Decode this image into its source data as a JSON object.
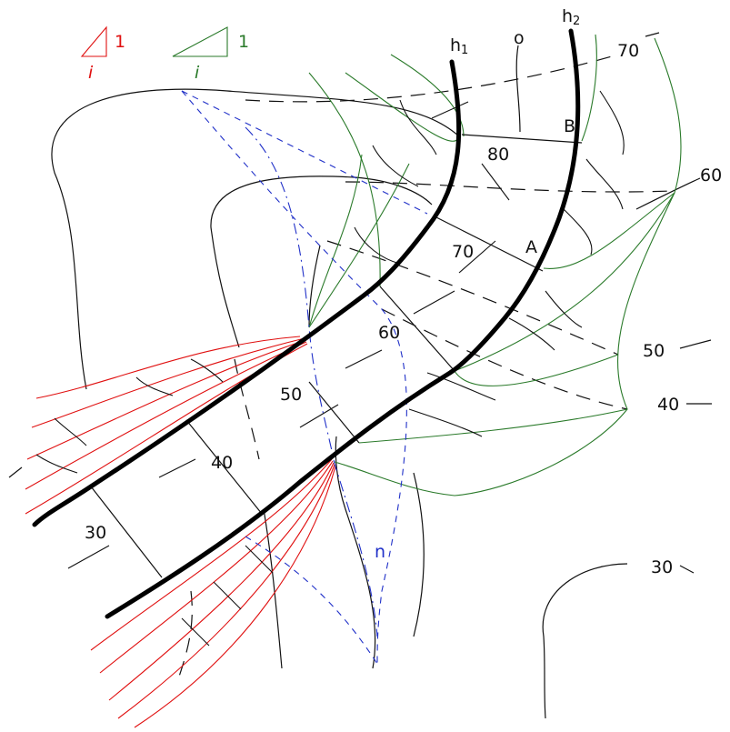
{
  "legend": {
    "fill_slope": {
      "value": "1",
      "ratio": "i",
      "color": "#e01010"
    },
    "cut_slope": {
      "value": "1",
      "ratio": "i",
      "color": "#2a7a2a"
    }
  },
  "edges": {
    "h1": {
      "letter": "h",
      "sub": "1"
    },
    "h2": {
      "letter": "h",
      "sub": "2"
    }
  },
  "axis_label": "o",
  "points": {
    "a": "A",
    "b": "B"
  },
  "line_n": "n",
  "road_marks": [
    "80",
    "70",
    "60",
    "50",
    "40",
    "30"
  ],
  "contours": [
    "70",
    "60",
    "50",
    "40",
    "30"
  ],
  "colors": {
    "fill_slope": "#e01010",
    "cut_slope": "#2a7a2a",
    "zero_work_line": "#2030c8",
    "edge": "#000000"
  }
}
